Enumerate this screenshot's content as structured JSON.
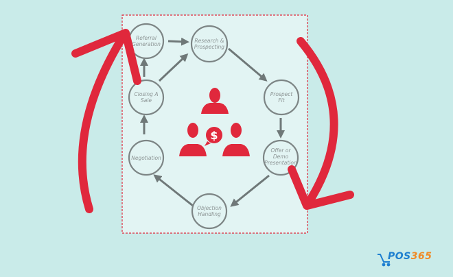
{
  "diagram": {
    "title": "Sales cycle",
    "nodes": [
      {
        "id": "referral",
        "line1": "Referral",
        "line2": "Generation"
      },
      {
        "id": "research",
        "line1": "Research &",
        "line2": "Prospecting"
      },
      {
        "id": "prospect",
        "line1": "Prospect",
        "line2": "Fit"
      },
      {
        "id": "offer",
        "line1": "Offer or",
        "line2": "Demo",
        "line3": "Presentation"
      },
      {
        "id": "objection",
        "line1": "Objection",
        "line2": "Handling"
      },
      {
        "id": "negotiation",
        "line1": "Negotiation"
      },
      {
        "id": "closing",
        "line1": "Closing A",
        "line2": "Sale"
      }
    ],
    "center_symbol": "$",
    "colors": {
      "accent": "#e0283c",
      "node": "#7d8585",
      "panel": "#e2f4f3",
      "background": "#c9ebe9"
    }
  },
  "logo": {
    "part1": "POS",
    "part2": "365"
  }
}
